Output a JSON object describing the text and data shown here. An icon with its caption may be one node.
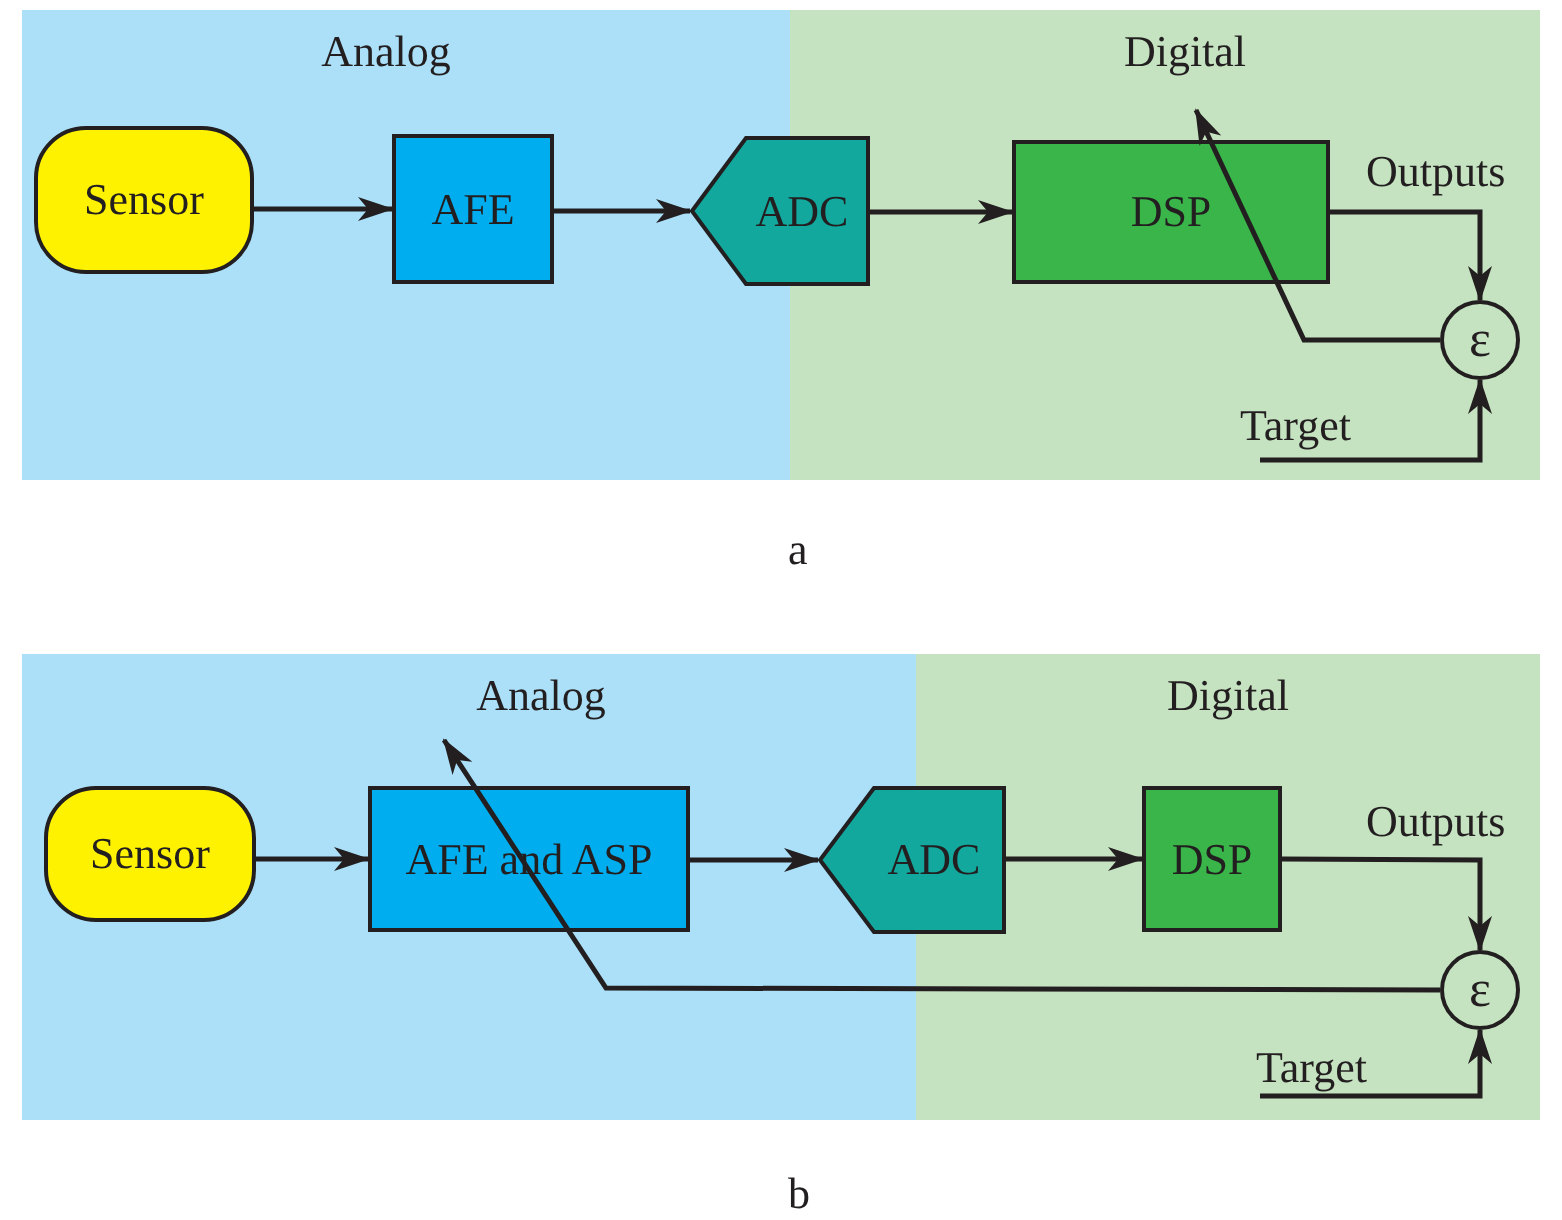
{
  "diagram": {
    "nodes": [
      {
        "text": [
          "Analog"
        ]
      },
      {
        "text": [
          "Digital"
        ]
      },
      {
        "text": [
          "Sensor"
        ],
        "in": 0
      },
      {
        "text": [
          "AFE"
        ],
        "in": 0
      },
      {
        "text": [
          "ADC"
        ]
      },
      {
        "text": [
          "DSP"
        ],
        "in": 1
      },
      {
        "text": [
          "ε"
        ],
        "in": 1
      },
      {
        "text": [
          "Analog"
        ]
      },
      {
        "text": [
          "Digital"
        ]
      },
      {
        "text": [
          "Sensor"
        ],
        "in": 7
      },
      {
        "text": [
          "AFE and ASP"
        ],
        "in": 7
      },
      {
        "text": [
          "ADC"
        ]
      },
      {
        "text": [
          "DSP"
        ],
        "in": 8
      },
      {
        "text": [
          "ε"
        ],
        "in": 8
      }
    ],
    "edges": [
      {
        "from": 2,
        "to": 3,
        "arrow": "to"
      },
      {
        "from": 3,
        "to": 4,
        "arrow": "to"
      },
      {
        "from": 4,
        "to": 5,
        "arrow": "to"
      },
      {
        "from": 5,
        "to": 6,
        "arrow": "to",
        "label": "Outputs"
      },
      {
        "from": null,
        "to": 6,
        "arrow": "to",
        "label": "Target"
      },
      {
        "from": 6,
        "to": 5,
        "arrow": "to"
      },
      {
        "from": 9,
        "to": 10,
        "arrow": "to"
      },
      {
        "from": 10,
        "to": 11,
        "arrow": "to"
      },
      {
        "from": 11,
        "to": 12,
        "arrow": "to"
      },
      {
        "from": 12,
        "to": 13,
        "arrow": "to",
        "label": "Outputs"
      },
      {
        "from": null,
        "to": 13,
        "arrow": "to",
        "label": "Target"
      },
      {
        "from": 13,
        "to": 10,
        "arrow": "to"
      }
    ],
    "labels": [
      "a",
      "b"
    ]
  }
}
